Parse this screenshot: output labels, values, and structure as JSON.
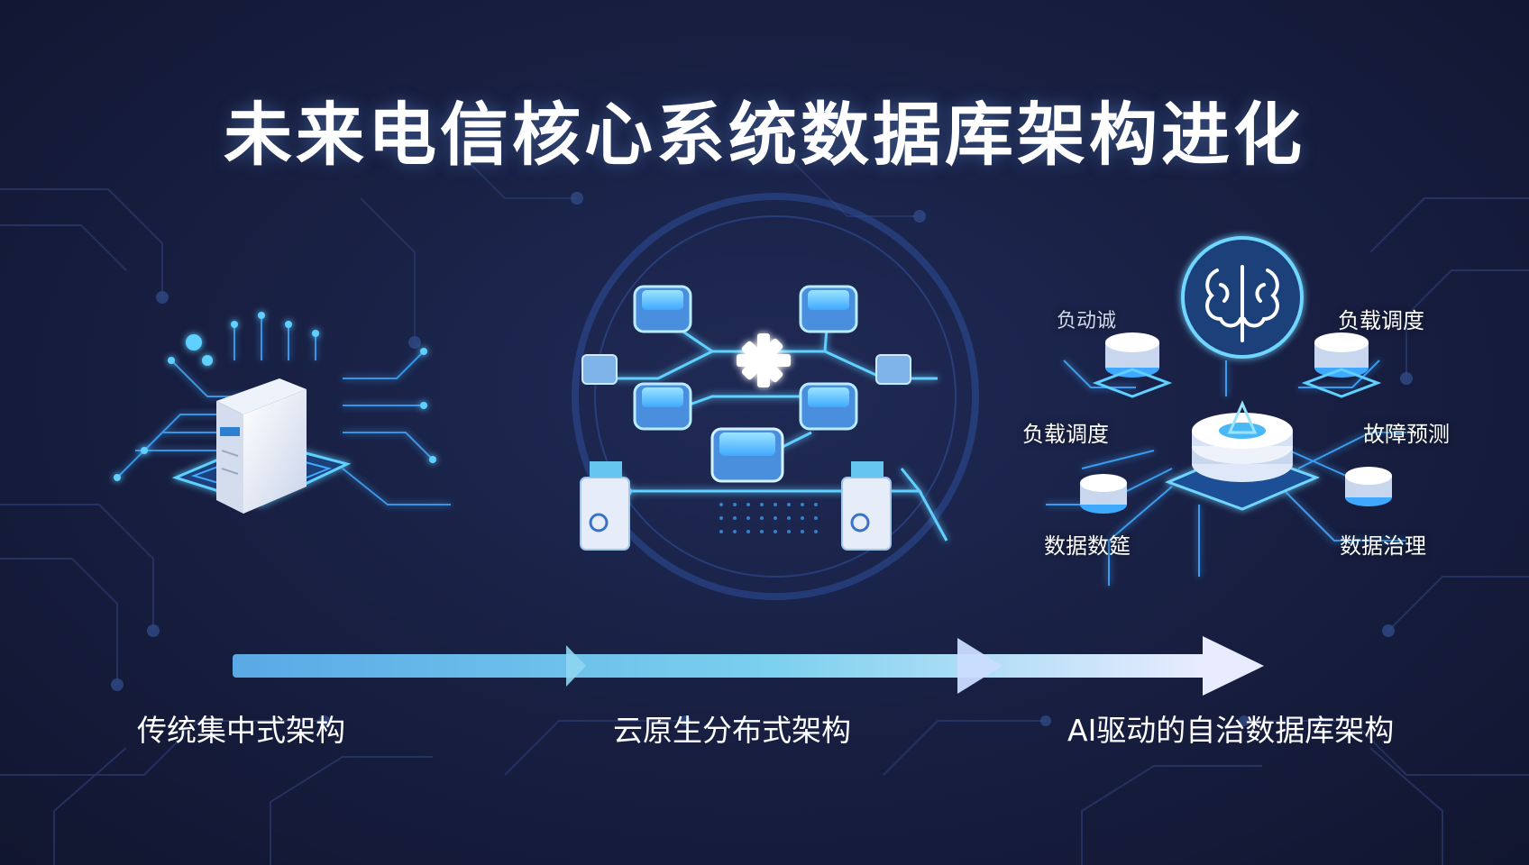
{
  "title": "未来电信核心系统数据库架构进化",
  "stages": [
    {
      "label": "传统集中式架构"
    },
    {
      "label": "云原生分布式架构"
    },
    {
      "label": "AI驱动的自治数据库架构"
    }
  ],
  "ai_functions": {
    "top_left": "负动诚",
    "top_right": "负载调度",
    "mid_left": "负载调度",
    "mid_right": "故障预测",
    "bottom_left": "数据数筵",
    "bottom_right": "数据治理"
  },
  "icons": {
    "stage1": "mainframe-server-icon",
    "stage2": "distributed-database-nodes-icon",
    "stage3": "ai-brain-icon"
  },
  "colors": {
    "background": "#161c3a",
    "accent": "#3fa9ff",
    "glow": "#5fd0ff",
    "arrow_start": "#5aa9e6",
    "arrow_end": "#e9ecff"
  }
}
